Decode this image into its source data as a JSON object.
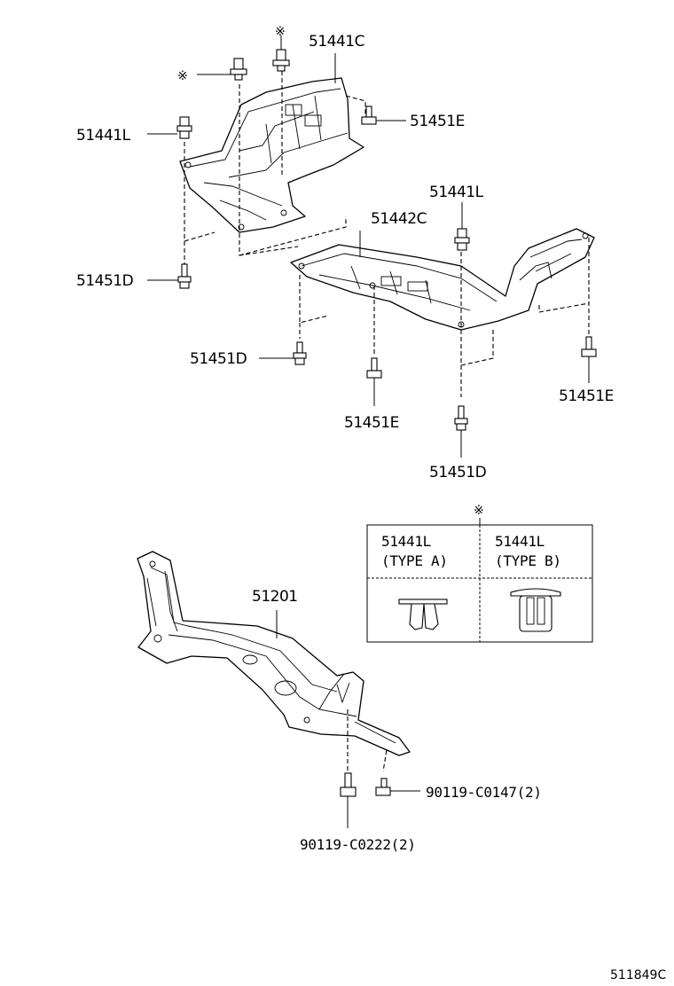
{
  "labels": {
    "p51441C": "51441C",
    "p51441L_a": "51441L",
    "p51451E_a": "51451E",
    "p51451D_a": "51451D",
    "p51441L_b": "51441L",
    "p51442C": "51442C",
    "p51451D_b": "51451D",
    "p51451E_b": "51451E",
    "p51451E_c": "51451E",
    "p51451D_c": "51451D",
    "p51201": "51201",
    "p90119_C0147": "90119-C0147(2)",
    "p90119_C0222": "90119-C0222(2)"
  },
  "marks": {
    "asterisk": "※"
  },
  "type_table": {
    "col_a_part": "51441L",
    "col_a_type": "(TYPE A)",
    "col_b_part": "51441L",
    "col_b_type": "(TYPE B)"
  },
  "diagram_id": "511849C"
}
